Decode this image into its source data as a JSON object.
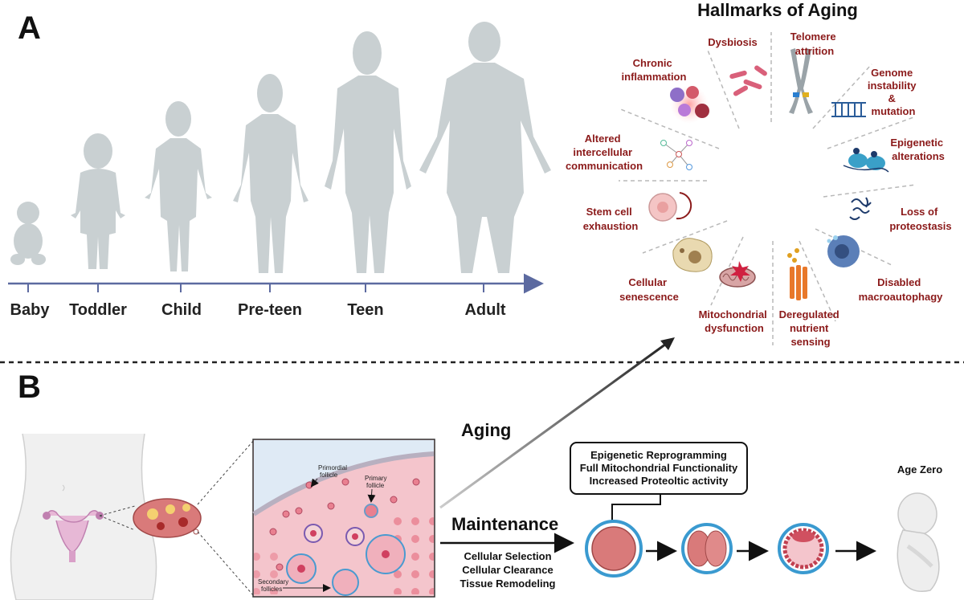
{
  "panels": {
    "a": "A",
    "b": "B"
  },
  "stages": [
    "Baby",
    "Toddler",
    "Child",
    "Pre-teen",
    "Teen",
    "Adult"
  ],
  "hallmarks": {
    "title": "Hallmarks of Aging",
    "items": [
      {
        "lines": [
          "Dysbiosis"
        ],
        "icon": "bacteria-icon"
      },
      {
        "lines": [
          "Telomere",
          "attrition"
        ],
        "icon": "chromosome-icon"
      },
      {
        "lines": [
          "Genome",
          "instability",
          "&",
          "mutation"
        ],
        "icon": "dna-icon"
      },
      {
        "lines": [
          "Epigenetic",
          "alterations"
        ],
        "icon": "nucleosome-icon"
      },
      {
        "lines": [
          "Loss of",
          "proteostasis"
        ],
        "icon": "protein-aggregate-icon"
      },
      {
        "lines": [
          "Disabled",
          "macroautophagy"
        ],
        "icon": "autophagy-cell-icon"
      },
      {
        "lines": [
          "Deregulated",
          "nutrient",
          "sensing"
        ],
        "icon": "receptor-icon"
      },
      {
        "lines": [
          "Mitochondrial",
          "dysfunction"
        ],
        "icon": "mitochondrion-icon"
      },
      {
        "lines": [
          "Cellular",
          "senescence"
        ],
        "icon": "senescent-cell-icon"
      },
      {
        "lines": [
          "Stem cell",
          "exhaustion"
        ],
        "icon": "stem-cell-icon"
      },
      {
        "lines": [
          "Altered",
          "intercellular",
          "communication"
        ],
        "icon": "network-icon"
      },
      {
        "lines": [
          "Chronic",
          "inflammation"
        ],
        "icon": "immune-cells-icon"
      }
    ]
  },
  "panel_b": {
    "aging": "Aging",
    "maintenance": "Maintenance",
    "maintenance_items": [
      "Cellular Selection",
      "Cellular Clearance",
      "Tissue Remodeling"
    ],
    "box_lines": [
      "Epigenetic Reprogramming",
      "Full Mitochondrial Functionality",
      "Increased Proteoltic activity"
    ],
    "age_zero": "Age Zero",
    "follicles": {
      "primordial": [
        "Primordial",
        "follicle"
      ],
      "primary": [
        "Primary",
        "follicle"
      ],
      "secondary": [
        "Secondary",
        "follicles"
      ]
    }
  },
  "colors": {
    "hallmark_text": "#8b1a1a",
    "timeline": "#5c6aa0",
    "silhouette": "#c9d0d2",
    "tissue": "#f4c5cc"
  }
}
